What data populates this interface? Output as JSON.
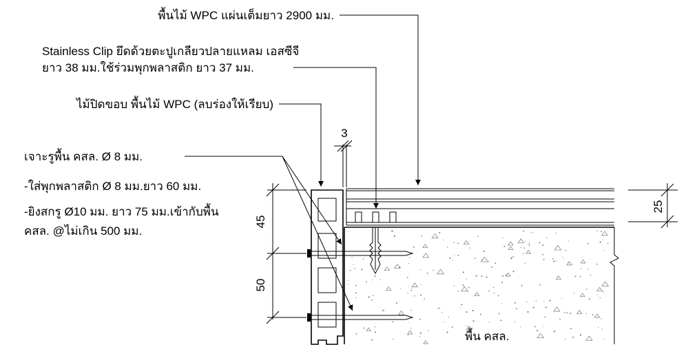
{
  "labels": {
    "wpc_board": "พื้นไม้ WPC แผ่นเต็มยาว 2900 มม.",
    "clip_line1": "Stainless Clip ยึดด้วยตะปูเกลียวปลายแหลม เอสซีจี",
    "clip_line2": "ยาว 38 มม.ใช้ร่วมพุกพลาสติก ยาว 37 มม.",
    "edge_trim": "ไม้ปิดขอบ พื้นไม้ WPC (ลบร่องให้เรียบ)",
    "drill": "เจาะรูพื้น คสล. Ø 8 มม.",
    "plug": "-ใส่พุกพลาสติก Ø 8 มม.ยาว 60 มม.",
    "screw_line1": "-ยิงสกรู Ø10 มม. ยาว 75 มม.เข้ากับพื้น",
    "screw_line2": "คสล. @ไม่เกิน 500 มม.",
    "slab": "พื้น คสล."
  },
  "dimensions": {
    "gap": "3",
    "upper": "45",
    "lower": "50",
    "board_thickness": "25"
  }
}
